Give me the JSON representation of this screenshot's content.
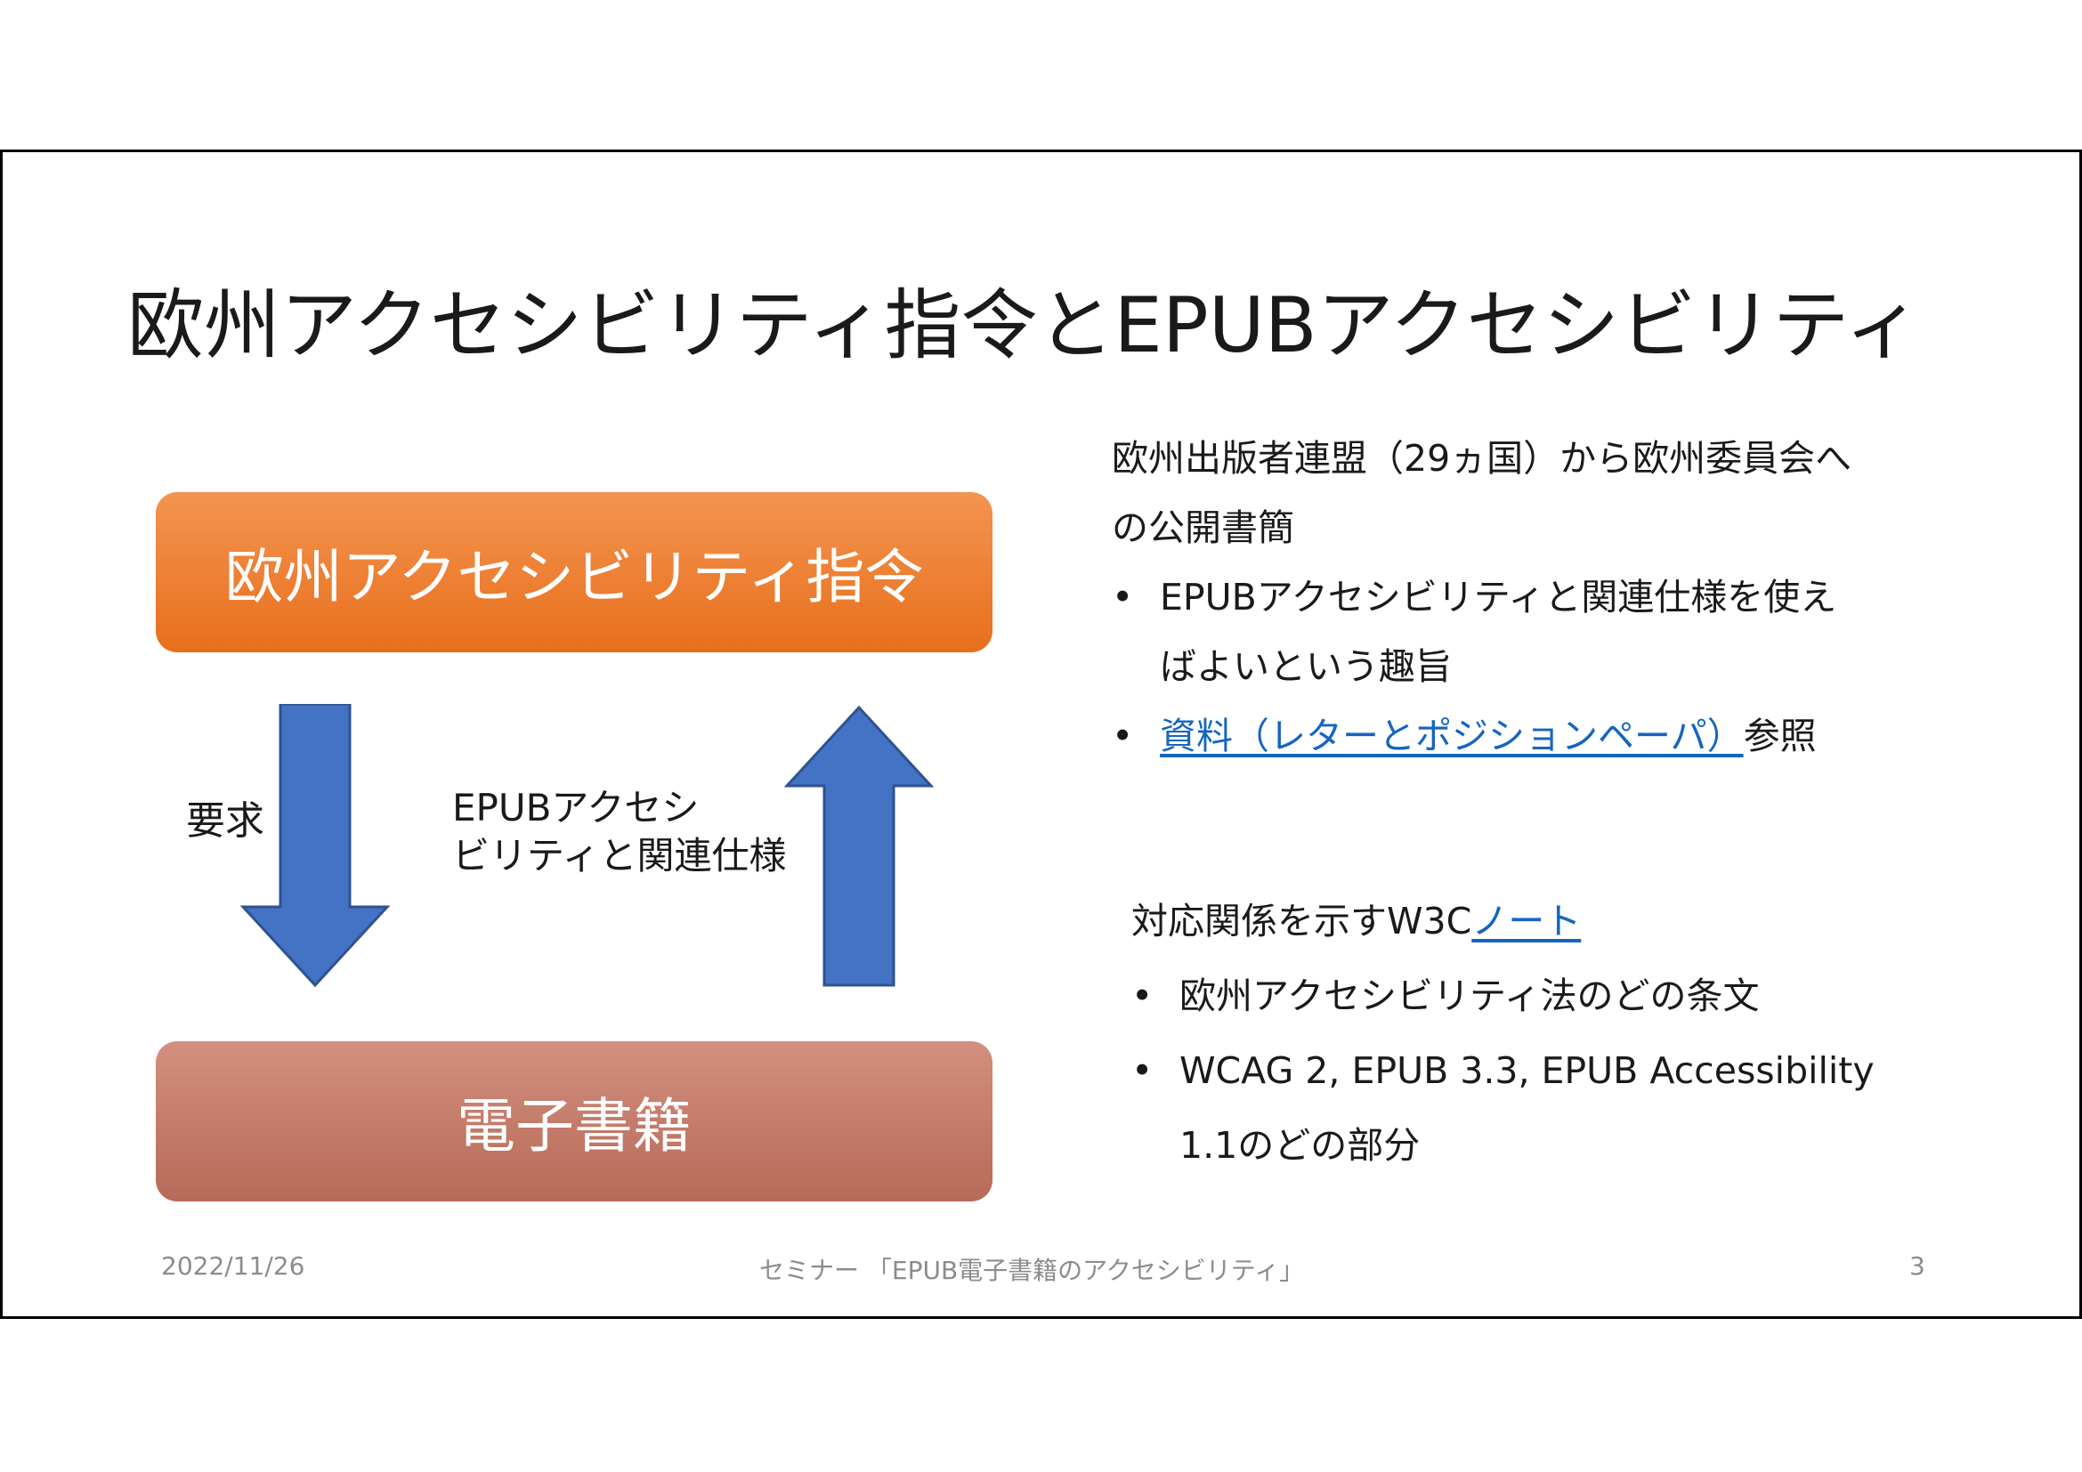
{
  "slide": {
    "title": "欧州アクセシビリティ指令とEPUBアクセシビリティ",
    "diagram": {
      "top_box": "欧州アクセシビリティ指令",
      "bottom_box": "電子書籍",
      "down_arrow_label": "要求",
      "up_arrow_label_line1": "EPUBアクセシ",
      "up_arrow_label_line2": "ビリティと関連仕様",
      "colors": {
        "top_box": "#e87722",
        "bottom_box": "#c07765",
        "arrows": "#4472c4"
      }
    },
    "block1": {
      "line1": "欧州出版者連盟（29ヵ国）から欧州委員会へ",
      "line2": "の公開書簡",
      "bullet1_line1": "EPUBアクセシビリティと関連仕様を使え",
      "bullet1_line2": "ばよいという趣旨",
      "bullet2_link": "資料（レターとポジションペーパ）",
      "bullet2_suffix": "参照"
    },
    "block2": {
      "lead_text": "対応関係を示すW3C",
      "lead_link": "ノート",
      "bullet1": "欧州アクセシビリティ法のどの条文",
      "bullet2_line1": "WCAG 2, EPUB 3.3, EPUB Accessibility",
      "bullet2_line2": "1.1のどの部分"
    },
    "footer": {
      "date": "2022/11/26",
      "center": "セミナー 「EPUB電子書籍のアクセシビリティ」",
      "page": "3"
    }
  }
}
